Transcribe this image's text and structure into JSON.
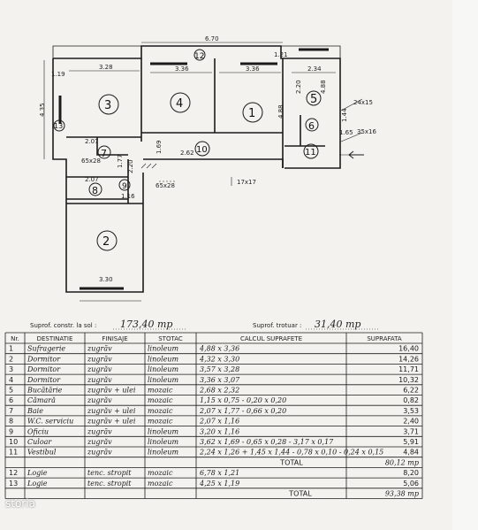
{
  "plan": {
    "room_numbers": [
      "1",
      "2",
      "3",
      "4",
      "5",
      "6",
      "7",
      "8",
      "9",
      "10",
      "11",
      "12",
      "13"
    ],
    "dimensions": {
      "total_width": "6.70",
      "r3_width": "3.28",
      "r4_width": "3.36",
      "r1_width": "3.36",
      "r5_width": "2.34",
      "left_height": "4.35",
      "loggia_depth": "1.19",
      "right_top": "1.21",
      "r1_height": "4.88",
      "r5_height": "2.20",
      "r5_sub": "4.88",
      "corridor_w": "2.07",
      "corridor_h": "1.69",
      "cam_w": "1.77",
      "cam_window": "65x28",
      "bath_w": "2.07",
      "bath_h": "1.16",
      "wc_h": "2.20",
      "r2_width": "3.30",
      "r10_len": "2.62",
      "r6_h": "1.44",
      "r6_w": "1.65",
      "door_label": "65x28",
      "door_main": "17x17",
      "ventilation_1": "24x15",
      "ventilation_2": "35x16"
    }
  },
  "surfaces": {
    "built_label": "Suprof. constr. la sol :",
    "built_value": "173,40 mp",
    "walkway_label": "Suprof. trotuar :",
    "walkway_value": "31,40 mp"
  },
  "table": {
    "headers": [
      "Nr.",
      "DESTINATIE",
      "FINISAJE",
      "STOTAC",
      "CALCUL SUPRAFETE",
      "SUPRAFATA"
    ],
    "rows": [
      [
        "1",
        "Sufragerie",
        "zugrăv",
        "linoleum",
        "4,88 x 3,36",
        "16,40"
      ],
      [
        "2",
        "Dormitor",
        "zugrăv",
        "linoleum",
        "4,32 x 3,30",
        "14,26"
      ],
      [
        "3",
        "Dormitor",
        "zugrăv",
        "linoleum",
        "3,57 x 3,28",
        "11,71"
      ],
      [
        "4",
        "Dormitor",
        "zugrăv",
        "linoleum",
        "3,36 x 3,07",
        "10,32"
      ],
      [
        "5",
        "Bucătărie",
        "zugrăv + ulei",
        "mozaic",
        "2,68 x 2,32",
        "6,22"
      ],
      [
        "6",
        "Cămară",
        "zugrăv",
        "mozaic",
        "1,15 x 0,75 - 0,20 x 0,20",
        "0,82"
      ],
      [
        "7",
        "Baie",
        "zugrăv + ulei",
        "mozaic",
        "2,07 x 1,77 - 0,66 x 0,20",
        "3,53"
      ],
      [
        "8",
        "W.C. serviciu",
        "zugrăv + ulei",
        "mozaic",
        "2,07 x 1,16",
        "2,40"
      ],
      [
        "9",
        "Oficiu",
        "zugrăv",
        "linoleum",
        "3,20 x 1,16",
        "3,71"
      ],
      [
        "10",
        "Culoar",
        "zugrăv",
        "linoleum",
        "3,62 x 1,69 - 0,65 x 0,28 - 3,17 x 0,17",
        "5,91"
      ],
      [
        "11",
        "Vestibul",
        "zugrăv",
        "linoleum",
        "2,24 x 1,26 + 1,45 x 1,44 - 0,78 x 0,10 - 0,24 x 0,15",
        "4,84"
      ]
    ],
    "subtotal_label": "TOTAL",
    "subtotal_value": "80,12 mp",
    "extra_rows": [
      [
        "12",
        "Logie",
        "tenc. stropit",
        "mozaic",
        "6,78 x 1,21",
        "8,20"
      ],
      [
        "13",
        "Logie",
        "tenc. stropit",
        "mozaic",
        "4,25 x 1,19",
        "5,06"
      ]
    ],
    "total_label": "TOTAL",
    "total_value": "93,38 mp"
  },
  "watermark": "storia"
}
